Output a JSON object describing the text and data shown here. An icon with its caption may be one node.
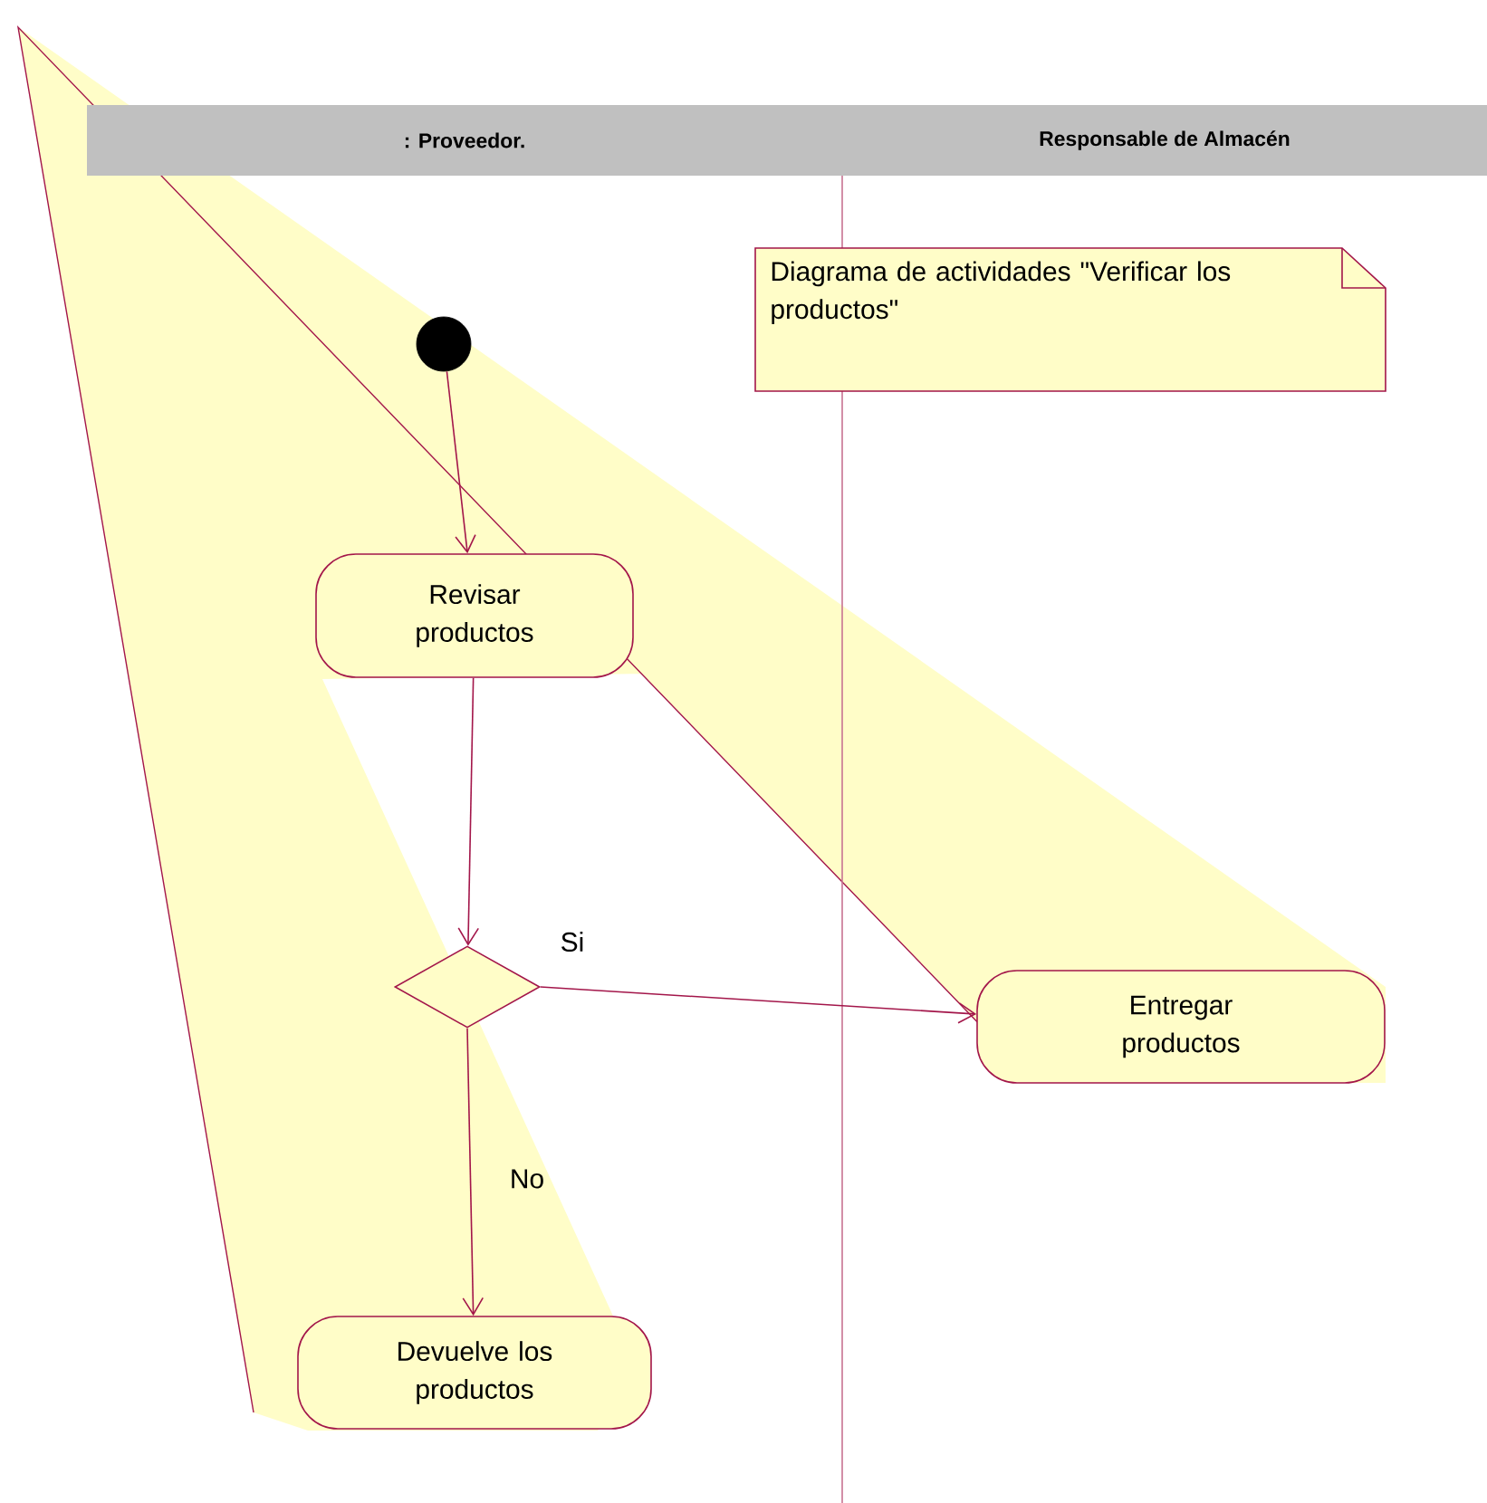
{
  "diagram": {
    "nodes": [
      {
        "text": [
          ": Proveedor."
        ]
      },
      {
        "text": [
          "Responsable de Almacén"
        ]
      },
      {
        "text": [
          "Diagrama de actividades \"Verificar los productos\""
        ]
      },
      {
        "text": [],
        "shape": "circle"
      },
      {
        "text": [
          "Revisar productos"
        ]
      },
      {
        "text": [],
        "shape": "diamond"
      },
      {
        "text": [
          "Entregar productos"
        ]
      },
      {
        "text": [
          "Devuelve los productos"
        ]
      }
    ],
    "edges": [
      {
        "from": 3,
        "to": 4,
        "arrow": "to"
      },
      {
        "from": 4,
        "to": 5,
        "arrow": "to"
      },
      {
        "from": 5,
        "to": 6,
        "arrow": "to",
        "label": "Si"
      },
      {
        "from": 5,
        "to": 7,
        "arrow": "to",
        "label": "No"
      }
    ]
  }
}
